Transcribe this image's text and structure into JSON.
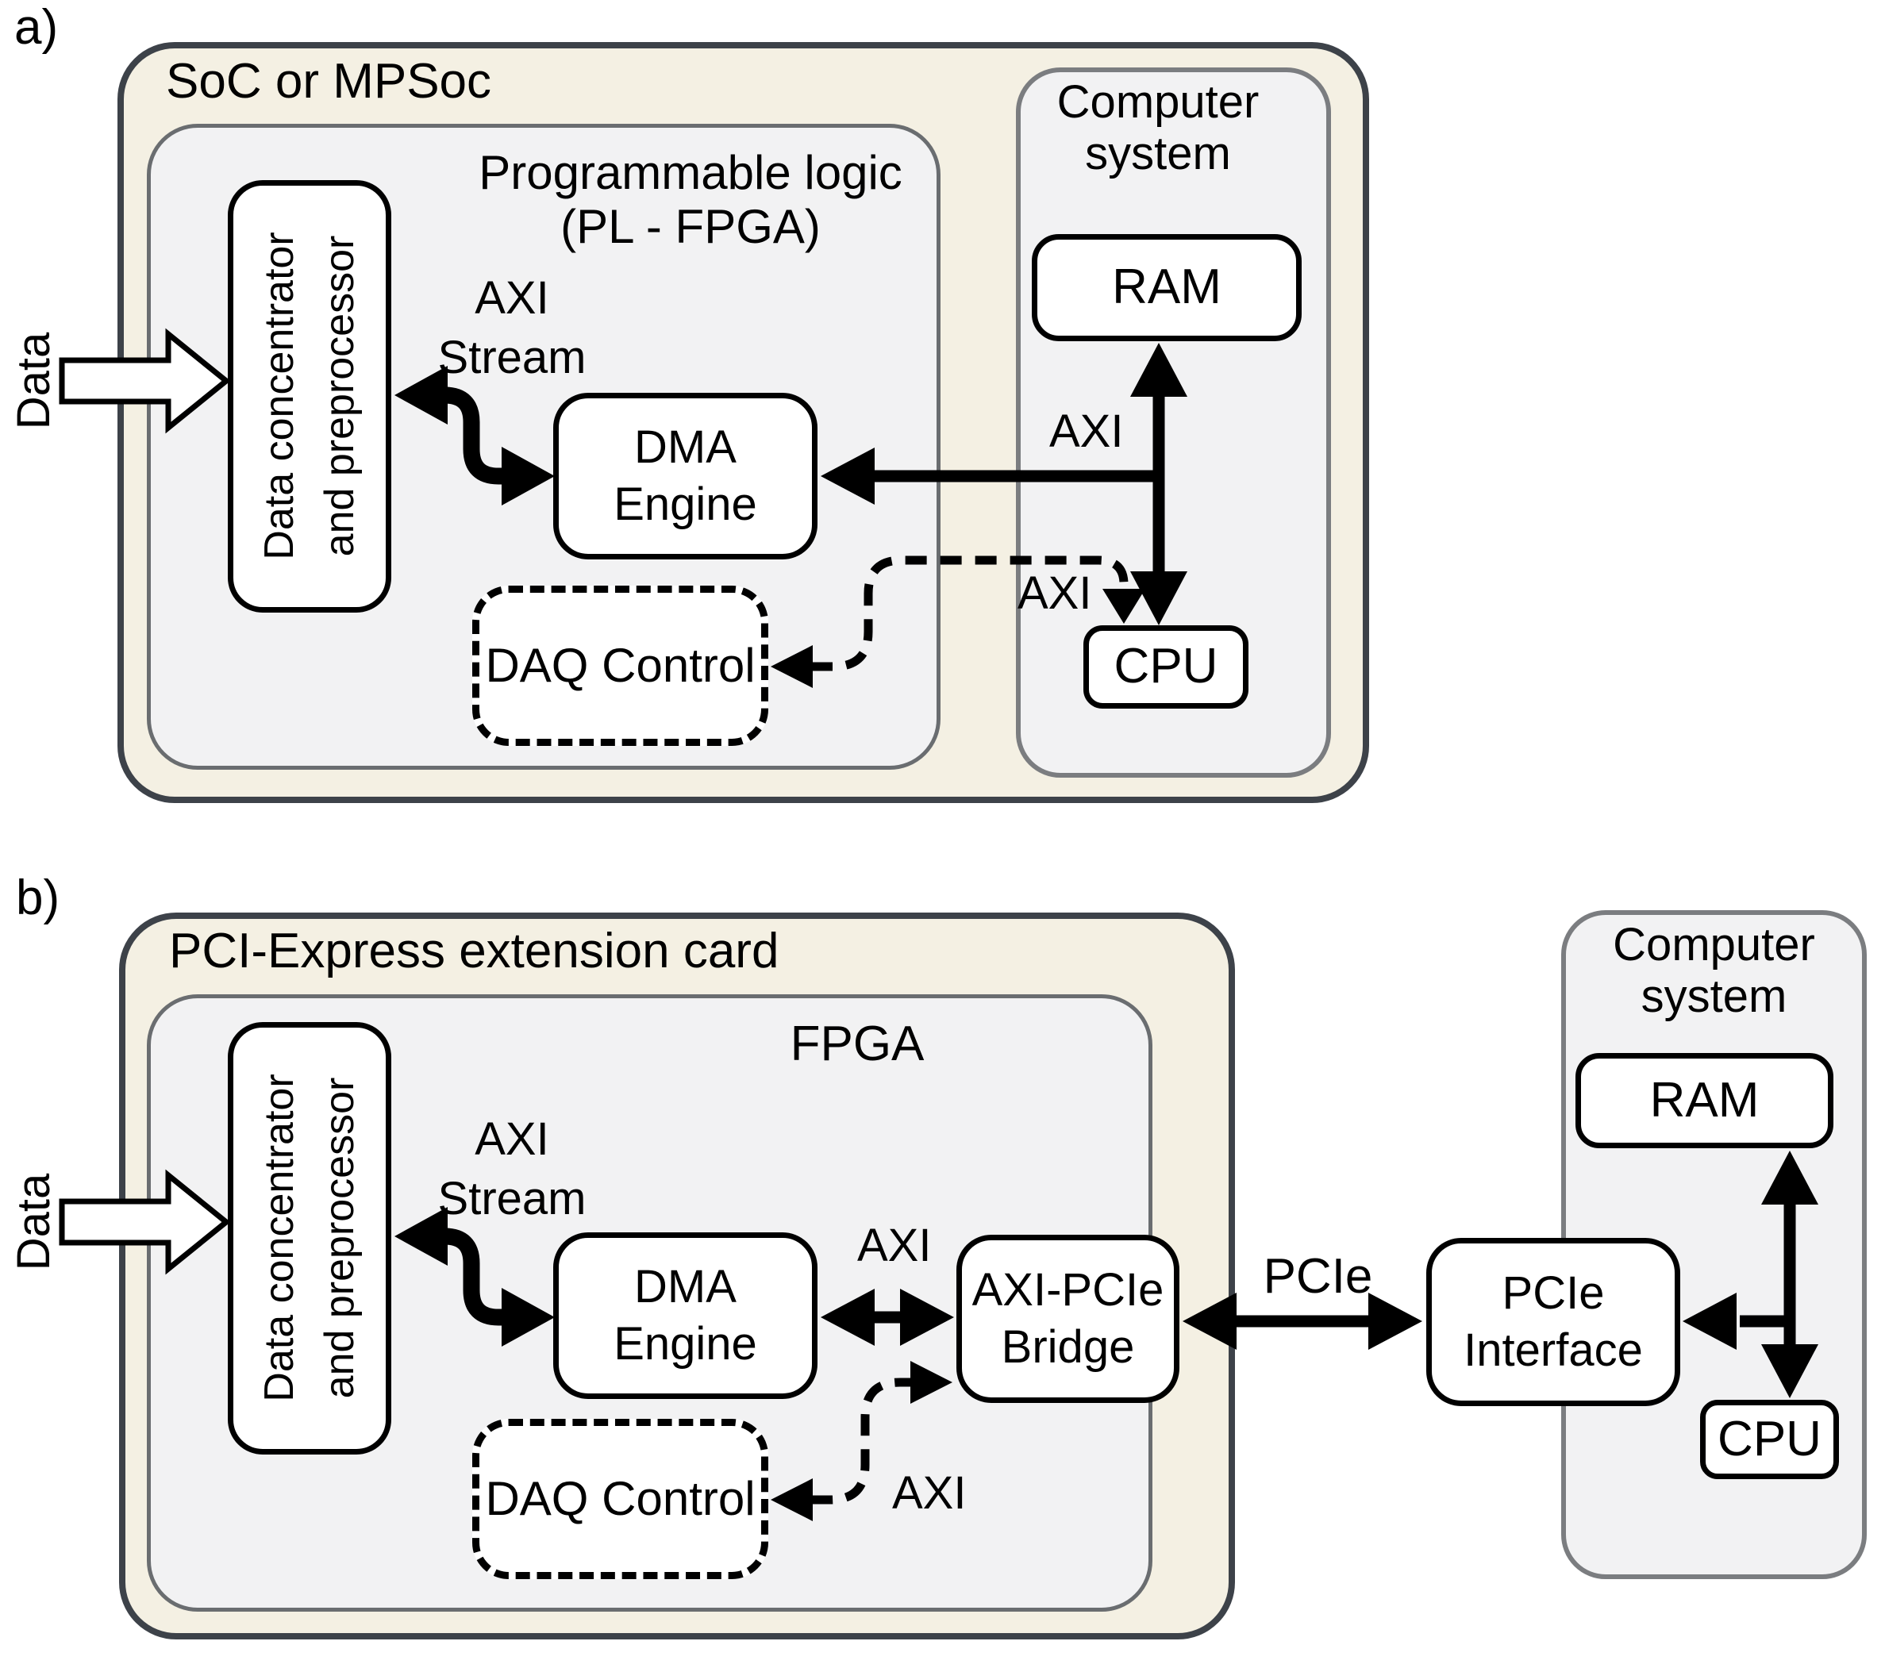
{
  "a": {
    "panel_label": "a)",
    "soc_title": "SoC or MPSoc",
    "pl_title_1": "Programmable logic",
    "pl_title_2": "(PL - FPGA)",
    "concentrator_1": "Data concentrator",
    "concentrator_2": "and preprocessor",
    "data_label": "Data",
    "axi_stream_1": "AXI",
    "axi_stream_2": "Stream",
    "dma_1": "DMA",
    "dma_2": "Engine",
    "daq": "DAQ Control",
    "axi_bus": "AXI",
    "axi_ctrl": "AXI",
    "computer_1": "Computer",
    "computer_2": "system",
    "ram": "RAM",
    "cpu": "CPU"
  },
  "b": {
    "panel_label": "b)",
    "card_title": "PCI-Express extension card",
    "fpga_title": "FPGA",
    "concentrator_1": "Data concentrator",
    "concentrator_2": "and preprocessor",
    "data_label": "Data",
    "axi_stream_1": "AXI",
    "axi_stream_2": "Stream",
    "dma_1": "DMA",
    "dma_2": "Engine",
    "daq": "DAQ Control",
    "axi_bus": "AXI",
    "axi_ctrl": "AXI",
    "bridge_1": "AXI-PCIe",
    "bridge_2": "Bridge",
    "pcie_bus": "PCIe",
    "pcie_if_1": "PCIe",
    "pcie_if_2": "Interface",
    "computer_1": "Computer",
    "computer_2": "system",
    "ram": "RAM",
    "cpu": "CPU"
  },
  "colors": {
    "outer_box_fill": "#f4f0e3",
    "outer_box_border": "#3d4249",
    "inner_box_fill": "#f2f2f3",
    "inner_box_border": "#6a6d70",
    "component_border": "#000000",
    "arrow": "#000000",
    "background": "#ffffff"
  }
}
